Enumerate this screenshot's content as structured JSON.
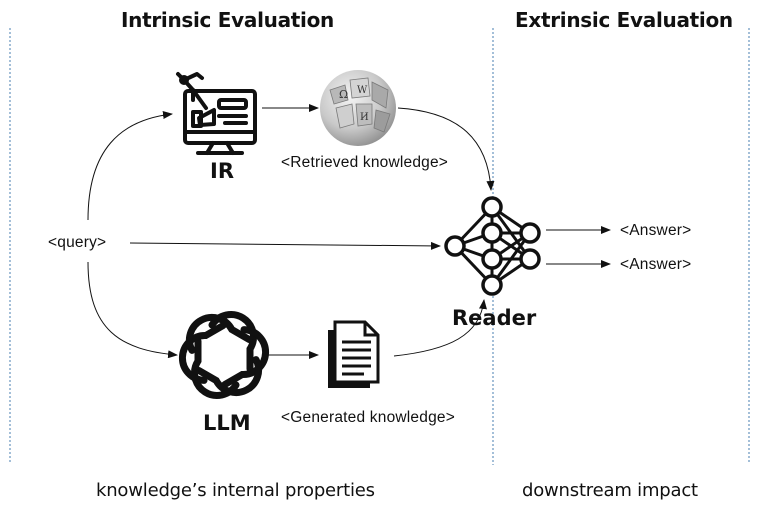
{
  "headings": {
    "intrinsic": "Intrinsic Evaluation",
    "extrinsic": "Extrinsic Evaluation"
  },
  "nodes": {
    "ir": "IR",
    "llm": "LLM",
    "reader": "Reader",
    "query": "<query>",
    "retrieved": "<Retrieved knowledge>",
    "generated": "<Generated knowledge>",
    "answer_1": "<Answer>",
    "answer_2": "<Answer>"
  },
  "footer": {
    "intrinsic": "knowledge’s internal properties",
    "extrinsic": "downstream impact"
  },
  "icons": {
    "ir": "computer-robot-arm-icon",
    "wikipedia": "wikipedia-globe-icon",
    "llm": "openai-knot-icon",
    "document": "document-stack-icon",
    "reader": "neural-network-icon"
  },
  "colors": {
    "divider": "#4a7fb0",
    "ink": "#111111"
  }
}
